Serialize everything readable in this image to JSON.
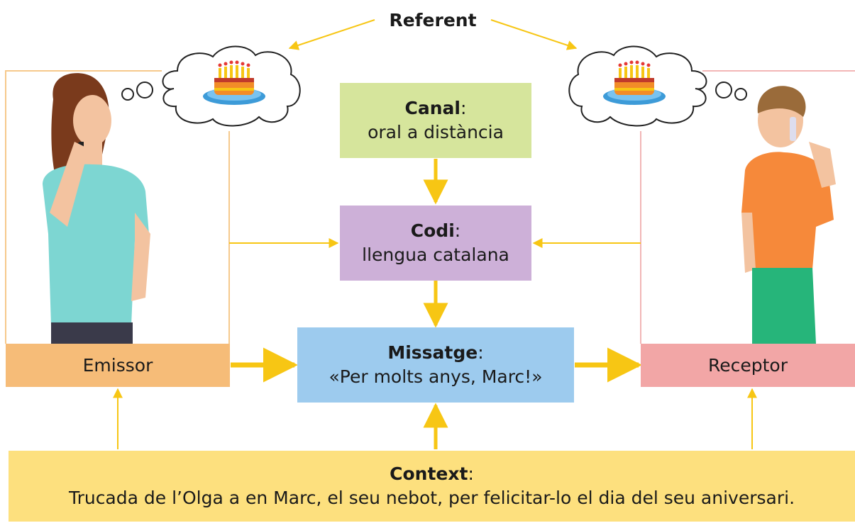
{
  "referent": "Referent",
  "canal": {
    "title": "Canal",
    "colon": ":",
    "text": "oral a distància"
  },
  "codi": {
    "title": "Codi",
    "colon": ":",
    "text": "llengua catalana"
  },
  "missatge": {
    "title": "Missatge",
    "colon": ":",
    "text": "«Per molts anys, Marc!»"
  },
  "emissor": "Emissor",
  "receptor": "Receptor",
  "context": {
    "title": "Context",
    "colon": ":",
    "text": "Trucada de l’Olga a en Marc, el seu nebot, per felicitar-lo el dia del seu aniversari."
  },
  "colors": {
    "canal": "#d6e59c",
    "codi": "#cdb0d8",
    "missatge": "#9dcbee",
    "emissor": "#f6bc78",
    "receptor": "#f2a6a6",
    "context": "#fde07e",
    "arrow": "#f7c614",
    "emissor_frame": "#f6c98c",
    "receptor_frame": "#f2b6b6"
  }
}
